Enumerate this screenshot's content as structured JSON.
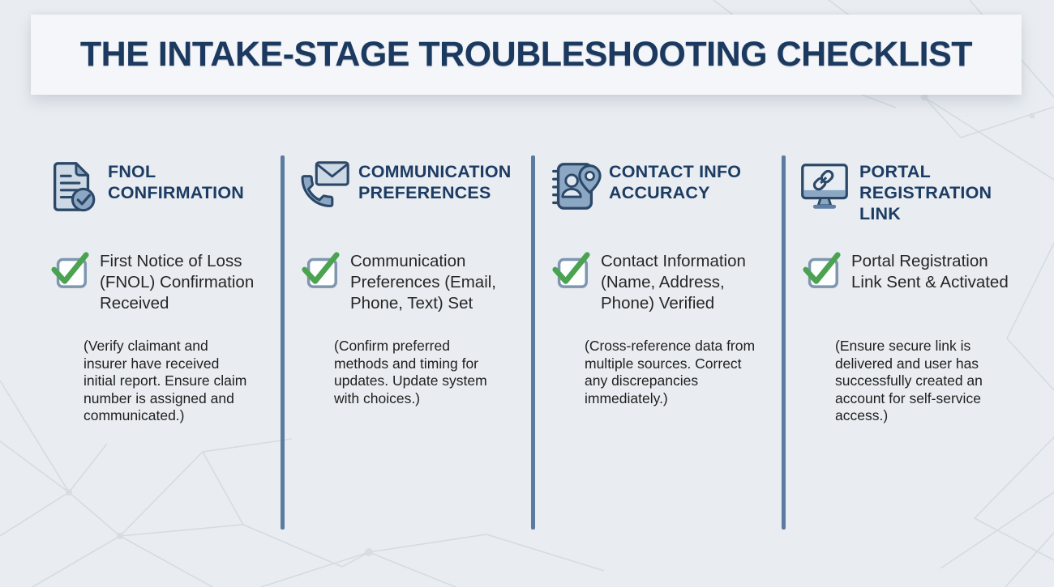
{
  "title": "THE INTAKE-STAGE TROUBLESHOOTING CHECKLIST",
  "colors": {
    "background": "#e9edf1",
    "title_card": "#f4f6f9",
    "navy": "#1d3c63",
    "divider_blue": "#5b7ca0",
    "icon_outline": "#2c4868",
    "icon_fill_light": "#cdd9e4",
    "icon_fill_mid": "#8ba7c3",
    "check_green": "#4ba351",
    "checkbox_border": "#7e96b0",
    "body_text": "#262626"
  },
  "columns": [
    {
      "icon": "document-check-icon",
      "header": "FNOL\nCONFIRMATION",
      "item": "First Notice of Loss (FNOL) Confirmation Received",
      "checked": true,
      "note": "(Verify claimant and insurer have received initial report. Ensure claim number is assigned and communicated.)"
    },
    {
      "icon": "phone-envelope-icon",
      "header": "COMMUNICATION\nPREFERENCES",
      "item": "Communication Preferences (Email, Phone, Text) Set",
      "checked": true,
      "note": "(Confirm preferred methods and timing for updates. Update system with choices.)"
    },
    {
      "icon": "contact-book-location-icon",
      "header": "CONTACT INFO\nACCURACY",
      "item": "Contact Information (Name, Address, Phone) Verified",
      "checked": true,
      "note": "(Cross-reference data from multiple sources. Correct any discrepancies immediately.)"
    },
    {
      "icon": "monitor-link-icon",
      "header": "PORTAL\nREGISTRATION\nLINK",
      "item": "Portal Registration Link Sent & Activated",
      "checked": true,
      "note": "(Ensure secure link is delivered and user has successfully created an account for self-service access.)"
    }
  ]
}
